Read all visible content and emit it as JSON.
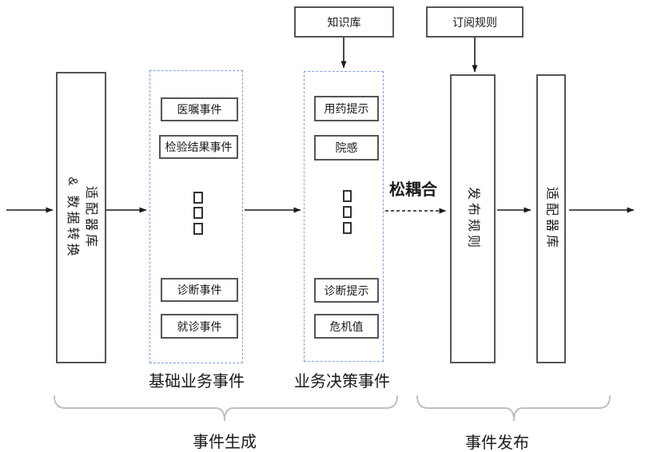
{
  "top": {
    "knowledge_base": "知识库",
    "subscription_rules": "订阅规则"
  },
  "pipeline": {
    "adapter_in_line1": "适配器库",
    "adapter_in_line2": "& 数据转换",
    "publish_rules": "发布规则",
    "adapter_out": "适配器库",
    "loose_coupling": "松耦合"
  },
  "basic_events": {
    "caption": "基础业务事件",
    "items": [
      "医嘱事件",
      "检验结果事件",
      "诊断事件",
      "就诊事件"
    ]
  },
  "decision_events": {
    "caption": "业务决策事件",
    "items": [
      "用药提示",
      "院感",
      "诊断提示",
      "危机值"
    ]
  },
  "braces": {
    "event_generation": "事件生成",
    "event_publish": "事件发布"
  },
  "colors": {
    "box_border": "#555555",
    "dotted_border": "#7d9ce0",
    "arrow": "#1a1a1a",
    "brace": "#c0c0c0",
    "text": "#1a1a1a"
  }
}
